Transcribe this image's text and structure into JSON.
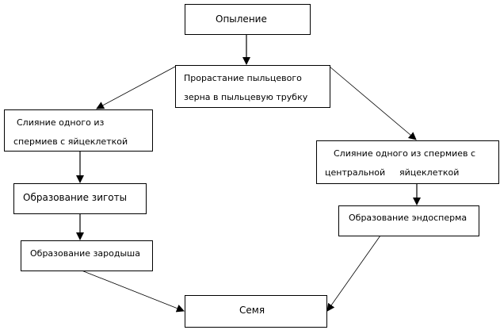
{
  "diagram": {
    "nodes": {
      "pollination": {
        "label": "Опыление"
      },
      "germination": {
        "line1": "Прорастание  пыльцевого",
        "line2": "зерна в пыльцевую трубку"
      },
      "fusion_egg": {
        "line1": "Слияние одного из",
        "line2": "спермиев с яйцеклеткой"
      },
      "zygote": {
        "label": "Образование зиготы"
      },
      "embryo": {
        "label": "Образование зародыша"
      },
      "fusion_central": {
        "line1": "Слияние одного из спермиев с",
        "line2_a": "центральной",
        "line2_b": "яйцеклеткой"
      },
      "endosperm": {
        "label": "Образование эндосперма"
      },
      "seed": {
        "label": "Семя"
      }
    },
    "edges": [
      {
        "from": "pollination",
        "to": "germination"
      },
      {
        "from": "germination",
        "to": "fusion_egg"
      },
      {
        "from": "germination",
        "to": "fusion_central"
      },
      {
        "from": "fusion_egg",
        "to": "zygote"
      },
      {
        "from": "zygote",
        "to": "embryo"
      },
      {
        "from": "fusion_central",
        "to": "endosperm"
      },
      {
        "from": "embryo",
        "to": "seed"
      },
      {
        "from": "endosperm",
        "to": "seed"
      }
    ]
  }
}
